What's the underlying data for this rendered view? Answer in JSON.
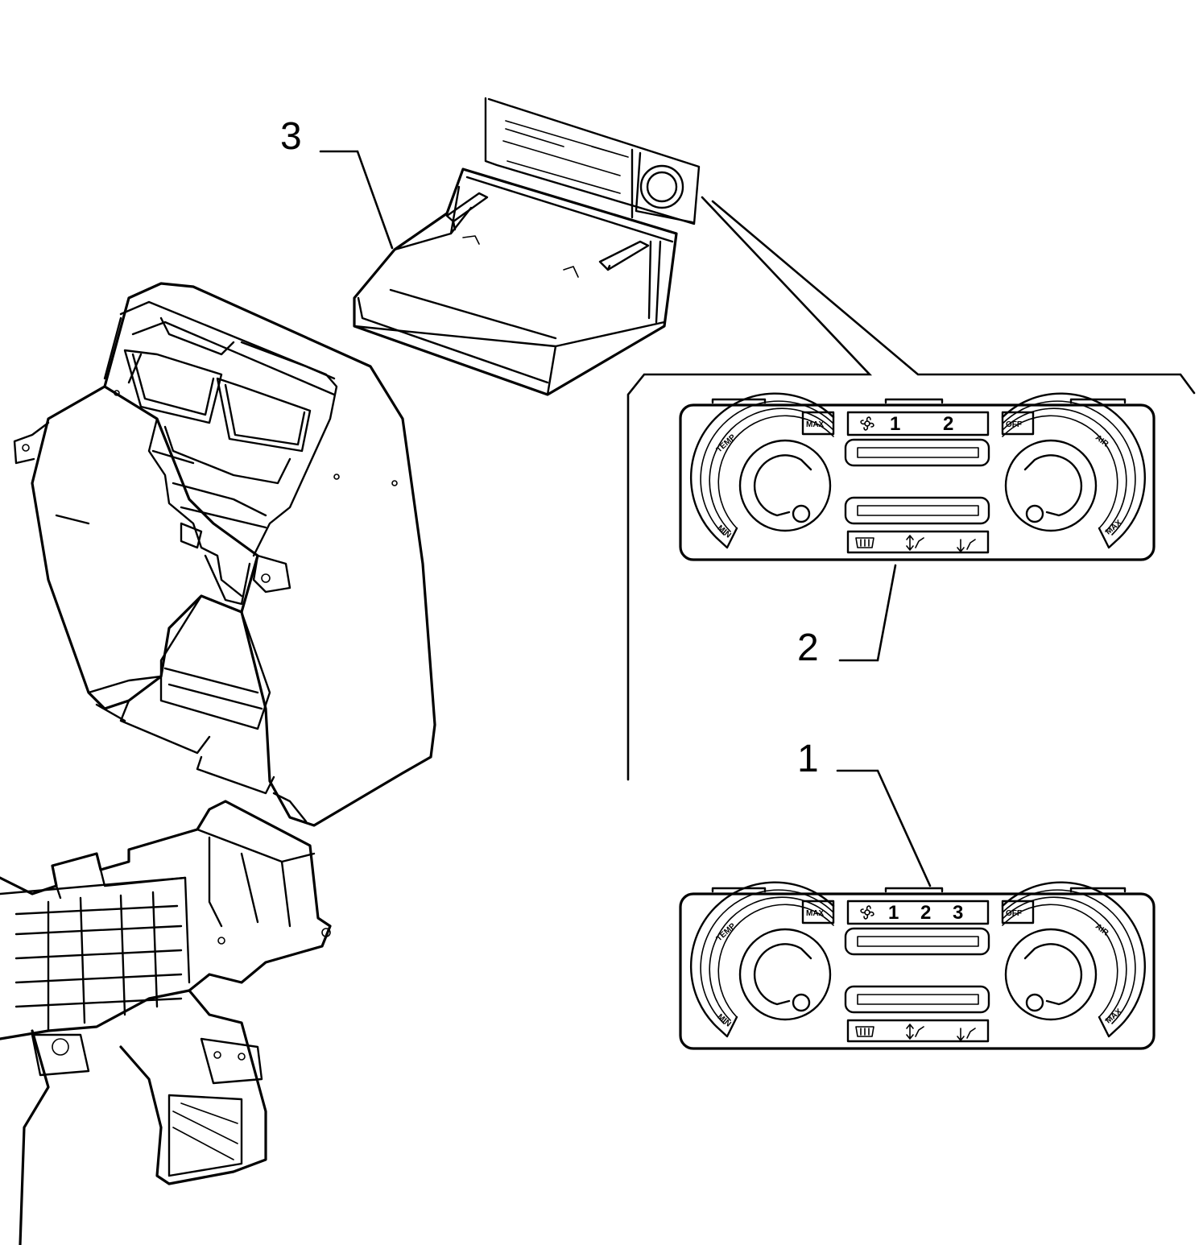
{
  "callouts": {
    "part_1": "1",
    "part_2": "2",
    "part_3": "3"
  },
  "panel_2": {
    "temp_max": "MAX",
    "temp_min": "MIN",
    "temp_label": "TEMP",
    "fan_speeds": [
      "1",
      "2"
    ],
    "air_off": "OFF",
    "air_label": "AIR",
    "air_max": "MAX"
  },
  "panel_1": {
    "temp_max": "MAX",
    "temp_min": "MIN",
    "temp_label": "TEMP",
    "fan_speeds": [
      "1",
      "2",
      "3"
    ],
    "air_off": "OFF",
    "air_label": "AIR",
    "air_max": "MAX"
  }
}
